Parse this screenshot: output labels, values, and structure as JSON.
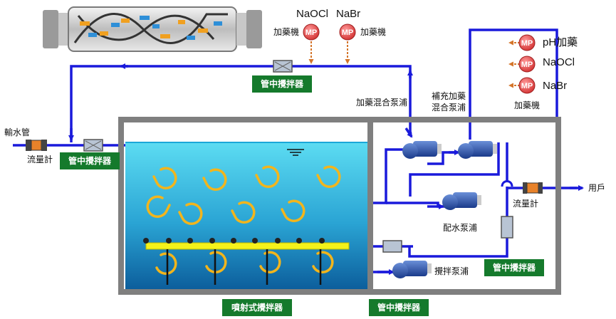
{
  "top": {
    "naocl_label": "NaOCl",
    "nabr_label": "NaBr",
    "dosing_left": "加藥機",
    "dosing_right": "加藥機",
    "mp": "MP"
  },
  "right_dosing": {
    "ph_label": "pH加藥",
    "naocl_label": "NaOCl",
    "nabr_label": "NaBr",
    "dosing_label": "加藥機",
    "mp": "MP"
  },
  "labels": {
    "inlet_pipe": "輸水管",
    "flowmeter_left": "流量計",
    "flowmeter_right": "流量計",
    "user": "用戶",
    "dosing_mix_pump": "加藥混合泵浦",
    "supplement_pump_line1": "補充加藥",
    "supplement_pump_line2": "混合泵浦",
    "distribution_pump": "配水泵浦",
    "stir_pump": "攪拌泵浦"
  },
  "green_boxes": {
    "inline_mixer_top": "管中攪拌器",
    "inline_mixer_left": "管中攪拌器",
    "inline_mixer_right": "管中攪拌器",
    "jet_mixer": "噴射式攪拌器",
    "inline_mixer_bottom": "管中攪拌器"
  },
  "colors": {
    "pipe": "#1a1adb",
    "tank_wall": "#808080",
    "water_top": "#55d4ee",
    "water_bottom": "#0e6aa3",
    "green_box": "#157a2c",
    "mp_red": "#e04848",
    "swirl": "#f2b51c",
    "yellow_bar": "#f4f21a"
  }
}
